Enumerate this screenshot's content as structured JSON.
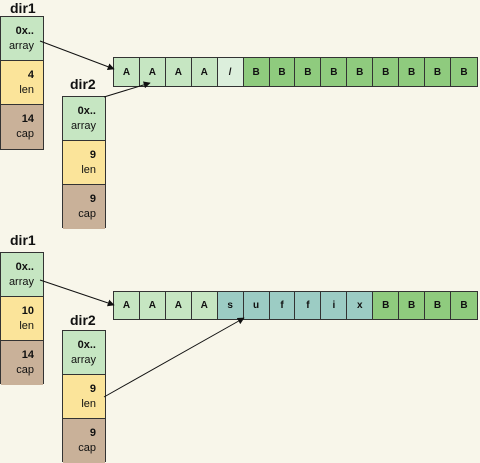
{
  "colors": {
    "background": "#f8f6ea",
    "array_field": "#c6e6c2",
    "len_field": "#fbe49a",
    "cap_field": "#c9b199",
    "cell_light": "#c6e6c2",
    "cell_pale": "#dcefdc",
    "cell_dark": "#8fcb7e",
    "cell_teal": "#9cccc4"
  },
  "diagrams": [
    {
      "dir1": {
        "title": "dir1",
        "fields": [
          {
            "value": "0x..",
            "label": "array"
          },
          {
            "value": "4",
            "label": "len"
          },
          {
            "value": "14",
            "label": "cap"
          }
        ]
      },
      "dir2": {
        "title": "dir2",
        "fields": [
          {
            "value": "0x..",
            "label": "array"
          },
          {
            "value": "9",
            "label": "len"
          },
          {
            "value": "9",
            "label": "cap"
          }
        ]
      },
      "cells": [
        "A",
        "A",
        "A",
        "A",
        "/",
        "B",
        "B",
        "B",
        "B",
        "B",
        "B",
        "B",
        "B",
        "B"
      ]
    },
    {
      "dir1": {
        "title": "dir1",
        "fields": [
          {
            "value": "0x..",
            "label": "array"
          },
          {
            "value": "10",
            "label": "len"
          },
          {
            "value": "14",
            "label": "cap"
          }
        ]
      },
      "dir2": {
        "title": "dir2",
        "fields": [
          {
            "value": "0x..",
            "label": "array"
          },
          {
            "value": "9",
            "label": "len"
          },
          {
            "value": "9",
            "label": "cap"
          }
        ]
      },
      "cells": [
        "A",
        "A",
        "A",
        "A",
        "s",
        "u",
        "f",
        "f",
        "i",
        "x",
        "B",
        "B",
        "B",
        "B"
      ]
    }
  ]
}
